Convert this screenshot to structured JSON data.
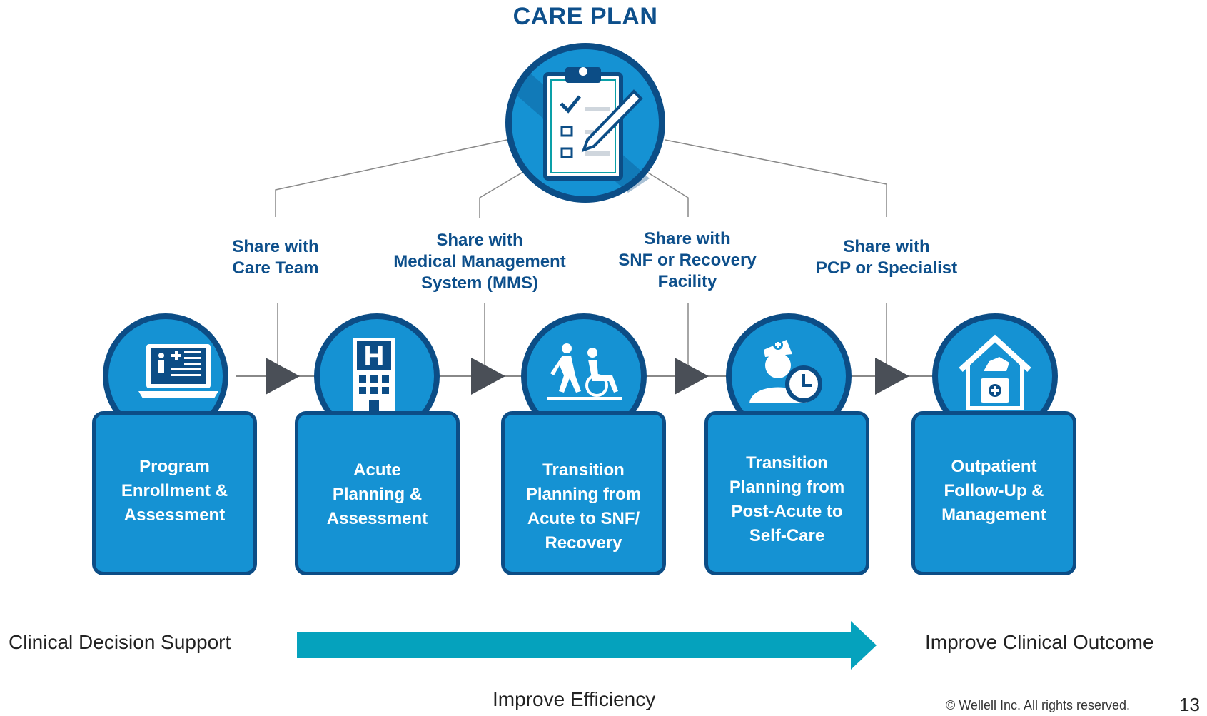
{
  "title": "CARE PLAN",
  "shares": [
    {
      "lines": [
        "Share with",
        "Care Team"
      ]
    },
    {
      "lines": [
        "Share with",
        "Medical Management",
        "System (MMS)"
      ]
    },
    {
      "lines": [
        "Share with",
        "SNF or Recovery",
        "Facility"
      ]
    },
    {
      "lines": [
        "Share with",
        "PCP or Specialist"
      ]
    }
  ],
  "steps": [
    {
      "lines": [
        "Program",
        "Enrollment &",
        "Assessment"
      ],
      "icon": "laptop-health-record-icon"
    },
    {
      "lines": [
        "Acute",
        "Planning &",
        "Assessment"
      ],
      "icon": "hospital-building-icon"
    },
    {
      "lines": [
        "Transition",
        "Planning from",
        "Acute to SNF/",
        "Recovery"
      ],
      "icon": "walking-wheelchair-icon"
    },
    {
      "lines": [
        "Transition",
        "Planning from",
        "Post-Acute to",
        "Self-Care"
      ],
      "icon": "nurse-clock-icon"
    },
    {
      "lines": [
        "Outpatient",
        "Follow-Up &",
        "Management"
      ],
      "icon": "home-care-kit-icon"
    }
  ],
  "center_icon": "clipboard-checklist-icon",
  "footer": {
    "left": "Clinical Decision Support",
    "right": "Improve Clinical Outcome",
    "bottom": "Improve Efficiency",
    "copyright": "© Wellell Inc. All rights reserved.",
    "page_number": "13"
  },
  "colors": {
    "navy": "#0c4d86",
    "blue": "#1592d3",
    "teal_arrow": "#05a2bd",
    "connector_arrow": "#4a4f57",
    "title_text": "#0d4f8b"
  }
}
